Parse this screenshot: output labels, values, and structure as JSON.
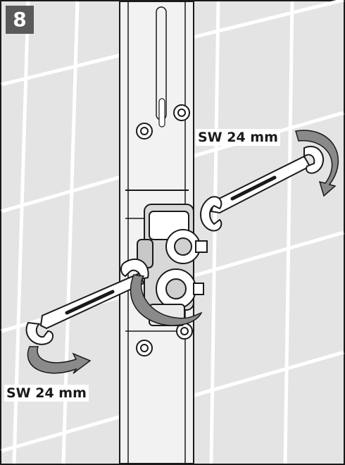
{
  "step_number": "8",
  "wrench_size_top": "SW 24 mm",
  "wrench_size_bottom": "SW 24 mm",
  "colors": {
    "wall": "#e4e4e4",
    "tile_line": "#ffffff",
    "outline": "#1a1a1a",
    "badge": "#5a5a5a",
    "arrow_fill": "#8a8a8a",
    "panel": "#f2f2f2"
  }
}
